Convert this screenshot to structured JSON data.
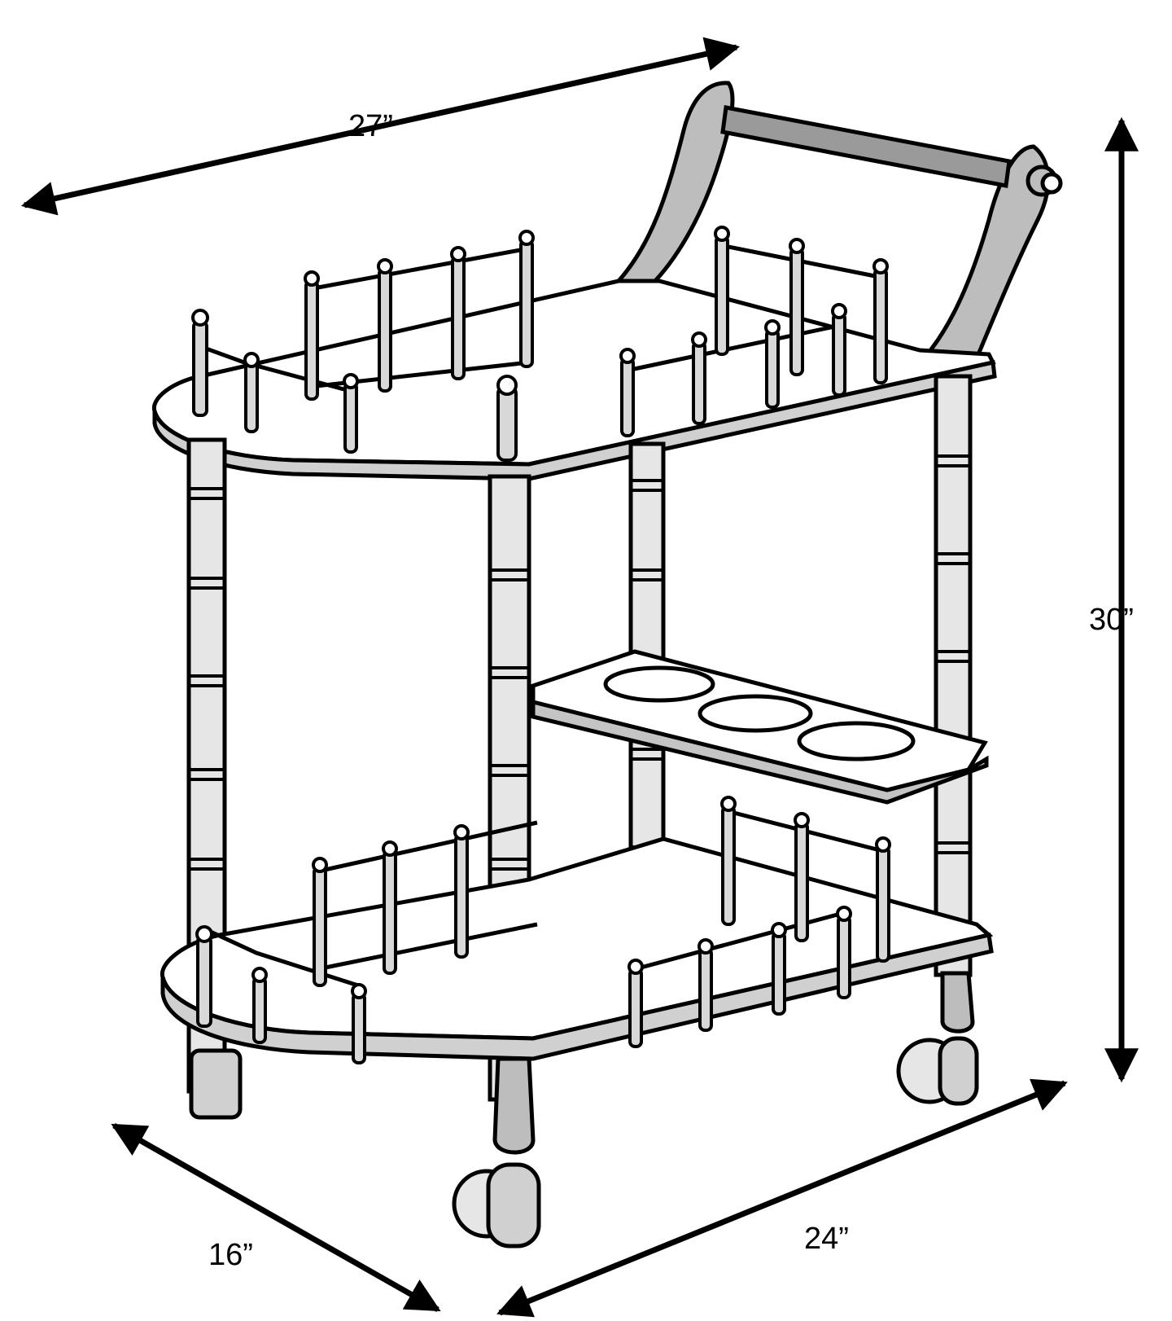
{
  "dimensions": {
    "width": "27”",
    "height": "30”",
    "depth": "16”",
    "length": "24”"
  },
  "colors": {
    "line": "#000000",
    "fill": "#ffffff",
    "shade": "#9a9a9a"
  }
}
